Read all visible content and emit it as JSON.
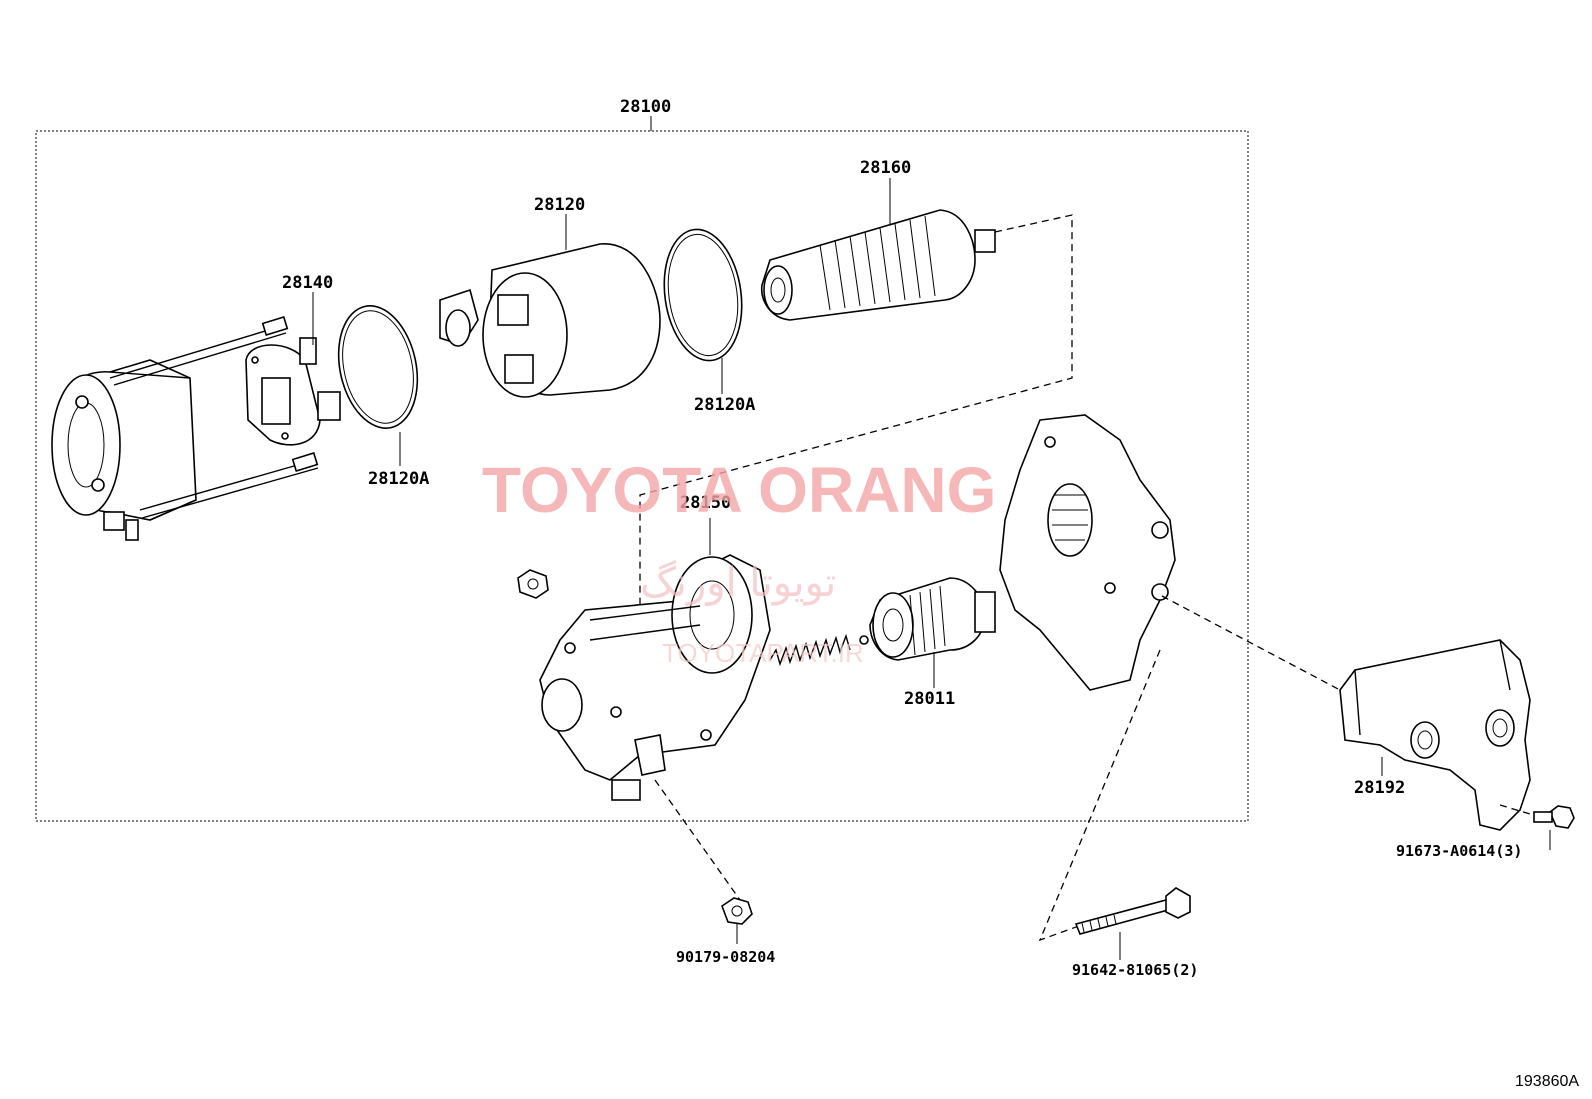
{
  "diagram": {
    "assembly_label": "28100",
    "parts": {
      "p28160": "28160",
      "p28120": "28120",
      "p28140": "28140",
      "p28120A_right": "28120A",
      "p28120A_left": "28120A",
      "p28150": "28150",
      "p28011": "28011",
      "p28192": "28192",
      "p90179": "90179-08204",
      "p91642": "91642-81065(2)",
      "p91673": "91673-A0614(3)"
    },
    "reference_code": "193860A"
  },
  "watermark": {
    "brand": "TOYOTA ORANG",
    "persian": "تویوتا اورنگ",
    "url": "TOYOTAPART.IR",
    "color": "#f4a6a8"
  }
}
